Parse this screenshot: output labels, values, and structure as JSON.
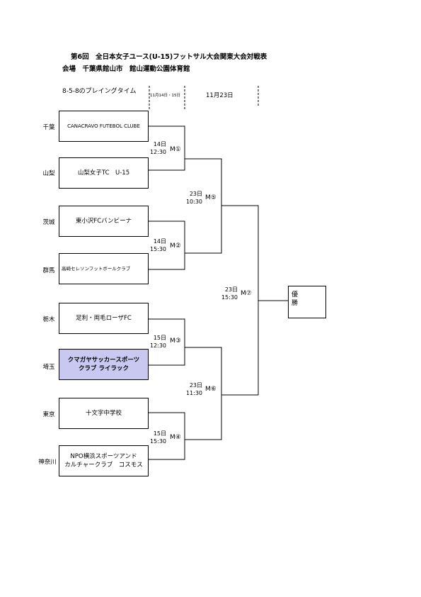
{
  "header": {
    "title": "第6回　全日本女子ユース(U-15)フットサル大会関東大会対戦表",
    "venue": "会場　千葉県館山市　館山運動公園体育館",
    "playing_time": "8-5-8のプレイングタイム",
    "col_first_rounds": "11月14日・15日",
    "col_final": "11月23日"
  },
  "teams": [
    {
      "prefecture": "千葉",
      "name": "CANACRAVO FUTEBOL CLUBE"
    },
    {
      "prefecture": "山梨",
      "name": "山梨女子TC　U-15"
    },
    {
      "prefecture": "茨城",
      "name": "東小沢FCバンビーナ"
    },
    {
      "prefecture": "群馬",
      "name": "高崎セレソンフットボールクラブ"
    },
    {
      "prefecture": "栃木",
      "name": "足利・両毛ローザFC"
    },
    {
      "prefecture": "埼玉",
      "name_line1": "クマガヤサッカースポーツ",
      "name_line2": "クラブ ライラック"
    },
    {
      "prefecture": "東京",
      "name": "十文字中学校"
    },
    {
      "prefecture": "神奈川",
      "name_line1": "NPO横浜スポーツアンド",
      "name_line2": "カルチャークラブ　コスモス"
    }
  ],
  "matches": [
    {
      "date": "14日",
      "time": "12:30",
      "label": "M①"
    },
    {
      "date": "14日",
      "time": "15:30",
      "label": "M②"
    },
    {
      "date": "15日",
      "time": "12:30",
      "label": "M③"
    },
    {
      "date": "15日",
      "time": "15:30",
      "label": "M④"
    },
    {
      "date": "23日",
      "time": "10:30",
      "label": "M⑤"
    },
    {
      "date": "23日",
      "time": "11:30",
      "label": "M⑥"
    },
    {
      "date": "23日",
      "time": "15:30",
      "label": "M⑦"
    }
  ],
  "winner": {
    "line1": "優",
    "line2": "勝"
  },
  "colors": {
    "highlight_team": "#c8c8f0",
    "line": "#000000"
  }
}
